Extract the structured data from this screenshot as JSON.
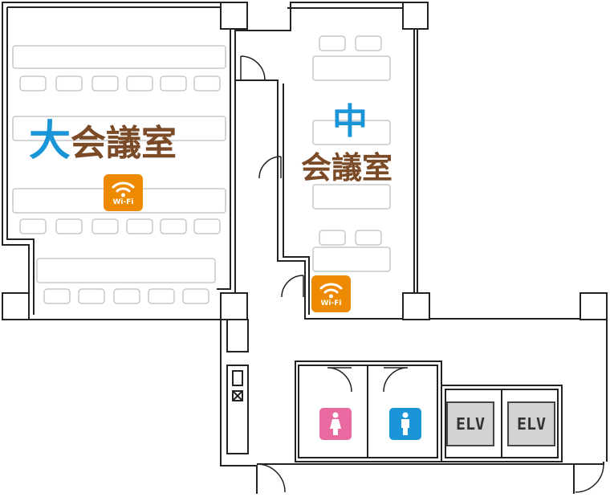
{
  "large_room": {
    "accent": "大",
    "rest": "会議室",
    "wifi_label": "Wi-Fi"
  },
  "medium_room": {
    "accent": "中",
    "rest": "会議室",
    "wifi_label": "Wi-Fi"
  },
  "restrooms": {
    "women_icon": "female-restroom-icon",
    "men_icon": "male-restroom-icon"
  },
  "elevators": [
    "ELV",
    "ELV"
  ],
  "colors": {
    "accent_blue": "#1a96d8",
    "label_brown": "#7b4a26",
    "wifi_orange": "#ee8a00",
    "women_pink": "#e86aa0",
    "men_blue": "#1a96d8",
    "elevator_gray": "#d3d3d3"
  }
}
